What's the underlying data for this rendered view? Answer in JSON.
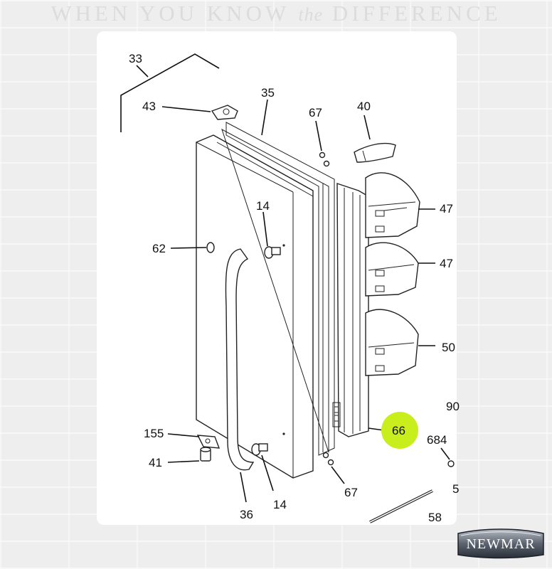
{
  "tagline": {
    "before": "WHEN YOU KNOW ",
    "italic": "the",
    "after": " DIFFERENCE"
  },
  "diagram": {
    "callouts": {
      "c33": "33",
      "c43": "43",
      "c35": "35",
      "c67a": "67",
      "c40": "40",
      "c47a": "47",
      "c47b": "47",
      "c14a": "14",
      "c62": "62",
      "c50": "50",
      "c90": "90",
      "c66": "66",
      "c684": "684",
      "c155": "155",
      "c41": "41",
      "c5": "5",
      "c67b": "67",
      "c14b": "14",
      "c36": "36",
      "c58": "58"
    },
    "highlight_color": "#c8ee1e",
    "highlighted_part": "66"
  },
  "logo": {
    "text": "NEWMAR"
  }
}
